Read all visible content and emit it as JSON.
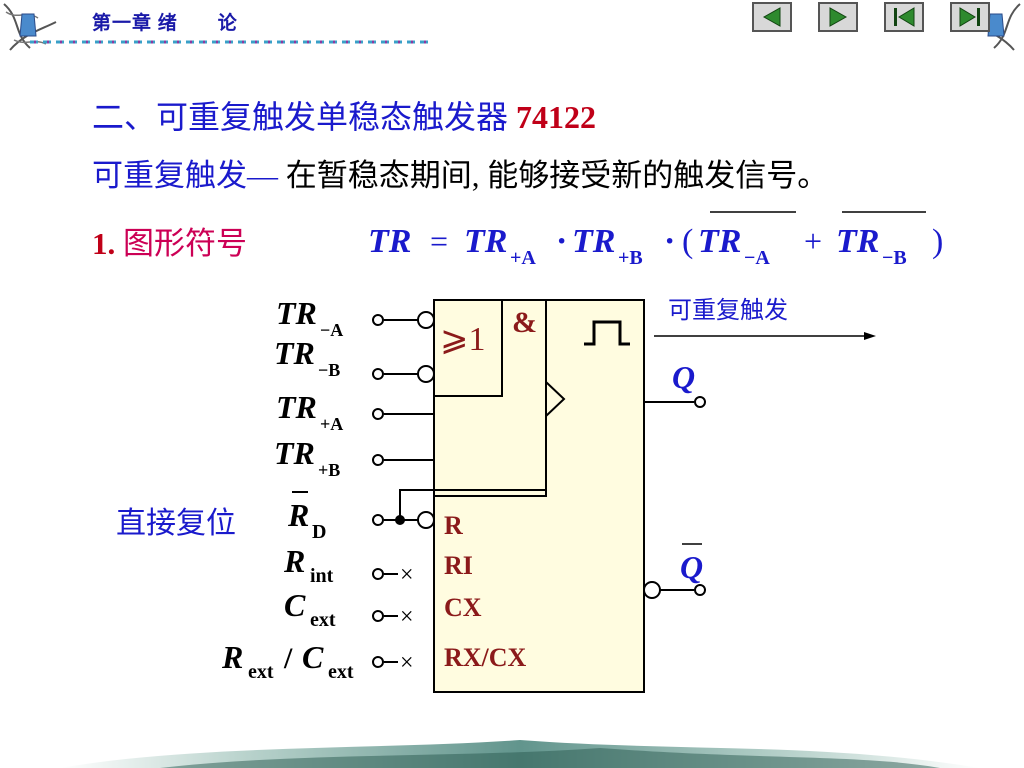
{
  "header": {
    "chapter_title": "第一章 绪　　论",
    "nav_buttons": [
      "previous-icon",
      "next-icon",
      "first-icon",
      "last-icon"
    ]
  },
  "content": {
    "heading_text": "二、可重复触发单稳态触发器",
    "heading_number": "74122",
    "definition_term": "可重复触发—",
    "definition_text": " 在暂稳态期间, 能够接受新的触发信号。",
    "section_number": "1.",
    "section_title": "图形符号",
    "formula": {
      "lhs": "TR",
      "eq": "=",
      "t1": "TR",
      "t1_sub": "+A",
      "dot1": "·",
      "t2": "TR",
      "t2_sub": "+B",
      "dot2": "·",
      "lparen": "(",
      "t3": "TR",
      "t3_sub": "−A",
      "plus": "+",
      "t4": "TR",
      "t4_sub": "−B",
      "rparen": ")"
    }
  },
  "diagram": {
    "inputs": {
      "tr_neg_a": {
        "main": "TR",
        "sub": "−A"
      },
      "tr_neg_b": {
        "main": "TR",
        "sub": "−B"
      },
      "tr_pos_a": {
        "main": "TR",
        "sub": "+A"
      },
      "tr_pos_b": {
        "main": "TR",
        "sub": "+B"
      },
      "rd": {
        "main": "R",
        "sub": "D"
      },
      "rint": {
        "main": "R",
        "sub": "int"
      },
      "cext": {
        "main": "C",
        "sub": "ext"
      },
      "rext_cext": {
        "main1": "R",
        "sub1": "ext",
        "slash": "/",
        "main2": "C",
        "sub2": "ext"
      }
    },
    "block_labels": {
      "or_gate": "⩾1",
      "and_gate": "&",
      "reset": "R",
      "ri": "RI",
      "cx": "CX",
      "rxcx": "RX/CX"
    },
    "nc_mark": "×",
    "outputs": {
      "q": "Q",
      "q_bar": "Q"
    },
    "reset_label": "直接复位",
    "retrigger_label": "可重复触发"
  },
  "colors": {
    "blue": "#1a1acc",
    "red": "#c00018",
    "pink": "#cc0055",
    "block_fill": "#fffce0",
    "block_label": "#8b1a1a"
  }
}
